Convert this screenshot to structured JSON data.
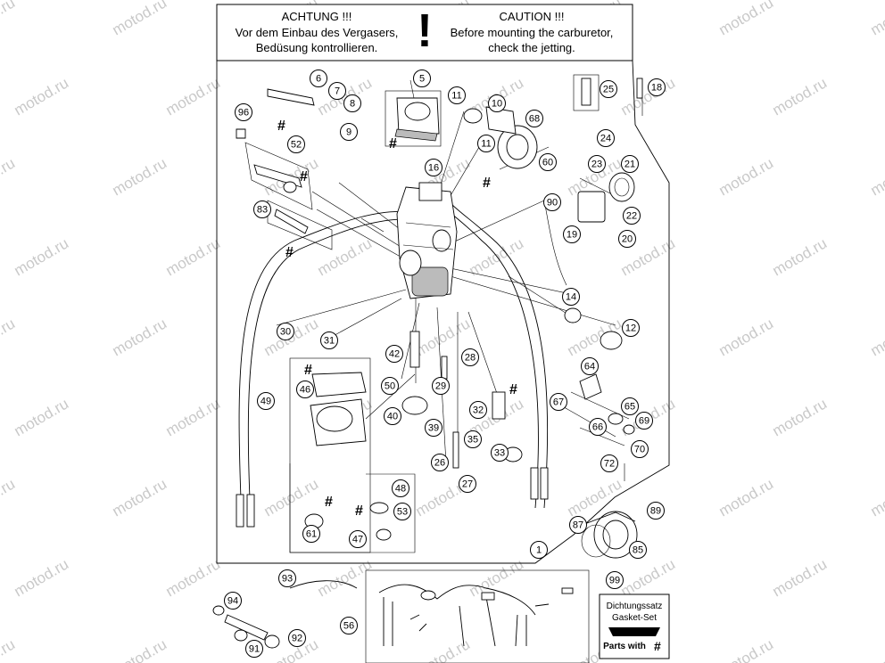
{
  "header": {
    "achtung_title": "ACHTUNG !!!",
    "achtung_line1": "Vor dem Einbau des Vergasers,",
    "achtung_line2": "Bedüsung kontrollieren.",
    "caution_title": "CAUTION !!!",
    "caution_line1": "Before mounting the carburetor,",
    "caution_line2": "check the jetting.",
    "exclamation": "!"
  },
  "legend": {
    "line1": "Dichtungssatz",
    "line2": "Gasket-Set",
    "line3": "Parts with",
    "hash": "#"
  },
  "hash_mark": "#",
  "watermark": "motod.ru",
  "callouts": [
    "1",
    "5",
    "6",
    "7",
    "8",
    "9",
    "10",
    "11",
    "11",
    "12",
    "14",
    "16",
    "18",
    "19",
    "20",
    "21",
    "22",
    "23",
    "24",
    "25",
    "26",
    "27",
    "28",
    "29",
    "30",
    "31",
    "32",
    "33",
    "35",
    "39",
    "40",
    "42",
    "46",
    "47",
    "48",
    "49",
    "50",
    "52",
    "53",
    "56",
    "60",
    "61",
    "64",
    "65",
    "66",
    "67",
    "68",
    "69",
    "70",
    "72",
    "83",
    "85",
    "87",
    "89",
    "90",
    "91",
    "92",
    "93",
    "94",
    "96",
    "99"
  ]
}
